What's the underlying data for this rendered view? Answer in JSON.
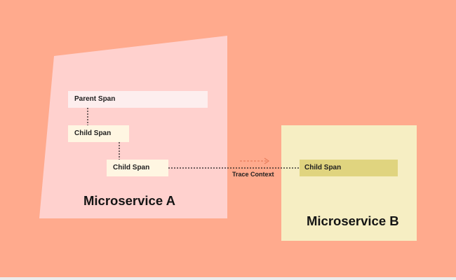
{
  "diagram": {
    "services": [
      {
        "name": "Microservice A"
      },
      {
        "name": "Microservice B"
      }
    ],
    "spans": [
      {
        "label": "Parent Span"
      },
      {
        "label": "Child Span"
      },
      {
        "label": "Child Span"
      },
      {
        "label": "Child Span"
      }
    ],
    "link_label": "Trace Context"
  },
  "colors": {
    "background": "#FFAA8D",
    "service_a_fill": "#FFD1CE",
    "service_b_fill": "#F6EEC3",
    "parent_span_fill": "#FDEEEE",
    "child_span_fill": "#FFF6E2",
    "remote_child_span_fill": "#E0D47F",
    "arrow": "#E87D5C",
    "connector": "#1a1a1a"
  }
}
